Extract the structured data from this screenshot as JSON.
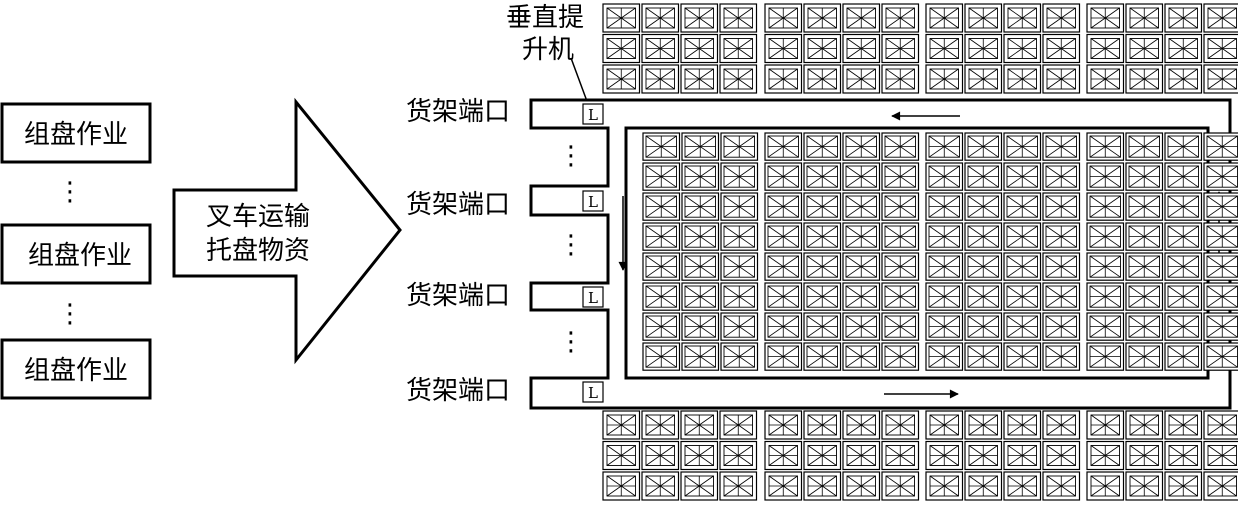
{
  "left_boxes": [
    {
      "label": "组盘作业"
    },
    {
      "label": "组盘作业"
    },
    {
      "label": "组盘作业"
    }
  ],
  "ellipsis": "⋮",
  "arrow_text": {
    "line1": "叉车运输",
    "line2": "托盘物资"
  },
  "lift_label": {
    "line1": "垂直提",
    "line2": "升机"
  },
  "ports": [
    {
      "label": "货架端口",
      "lift": "L"
    },
    {
      "label": "货架端口",
      "lift": "L"
    },
    {
      "label": "货架端口",
      "lift": "L"
    },
    {
      "label": "货架端口",
      "lift": "L"
    }
  ],
  "racks": {
    "top_rows": 3,
    "bottom_rows": 3,
    "middle_rows": 8,
    "group_cols": [
      4,
      4,
      4,
      4
    ]
  }
}
